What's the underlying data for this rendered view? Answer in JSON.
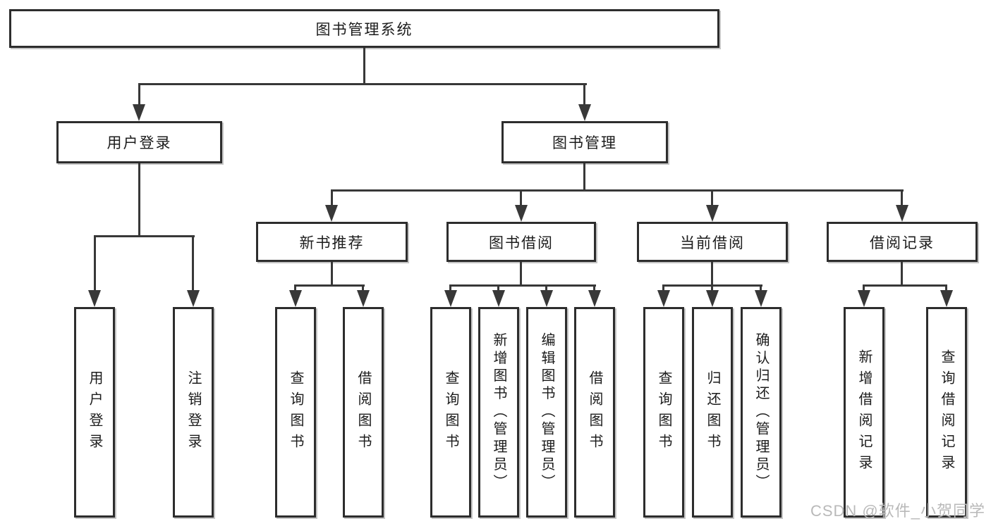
{
  "diagram": {
    "root": {
      "label": "图书管理系统"
    },
    "level2": [
      {
        "label": "用户登录"
      },
      {
        "label": "图书管理"
      }
    ],
    "level3": [
      {
        "label": "新书推荐"
      },
      {
        "label": "图书借阅"
      },
      {
        "label": "当前借阅"
      },
      {
        "label": "借阅记录"
      }
    ],
    "leaves": {
      "user_login": [
        "用户登录",
        "注销登录"
      ],
      "new_book_recommend": [
        "查询图书",
        "借阅图书"
      ],
      "book_borrow": [
        "查询图书",
        "新增图书（管理员）",
        "编辑图书（管理员）",
        "借阅图书"
      ],
      "current_borrow": [
        "查询图书",
        "归还图书",
        "确认归还（管理员）"
      ],
      "borrow_records": [
        "新增借阅记录",
        "查询借阅记录"
      ]
    }
  },
  "watermark": {
    "text": "CSDN @软件_小贺同学"
  },
  "colors": {
    "line": "#383838",
    "box_border": "#2d2d2d",
    "text": "#1c1c1c",
    "background": "#ffffff",
    "watermark": "#b9b9b9"
  }
}
